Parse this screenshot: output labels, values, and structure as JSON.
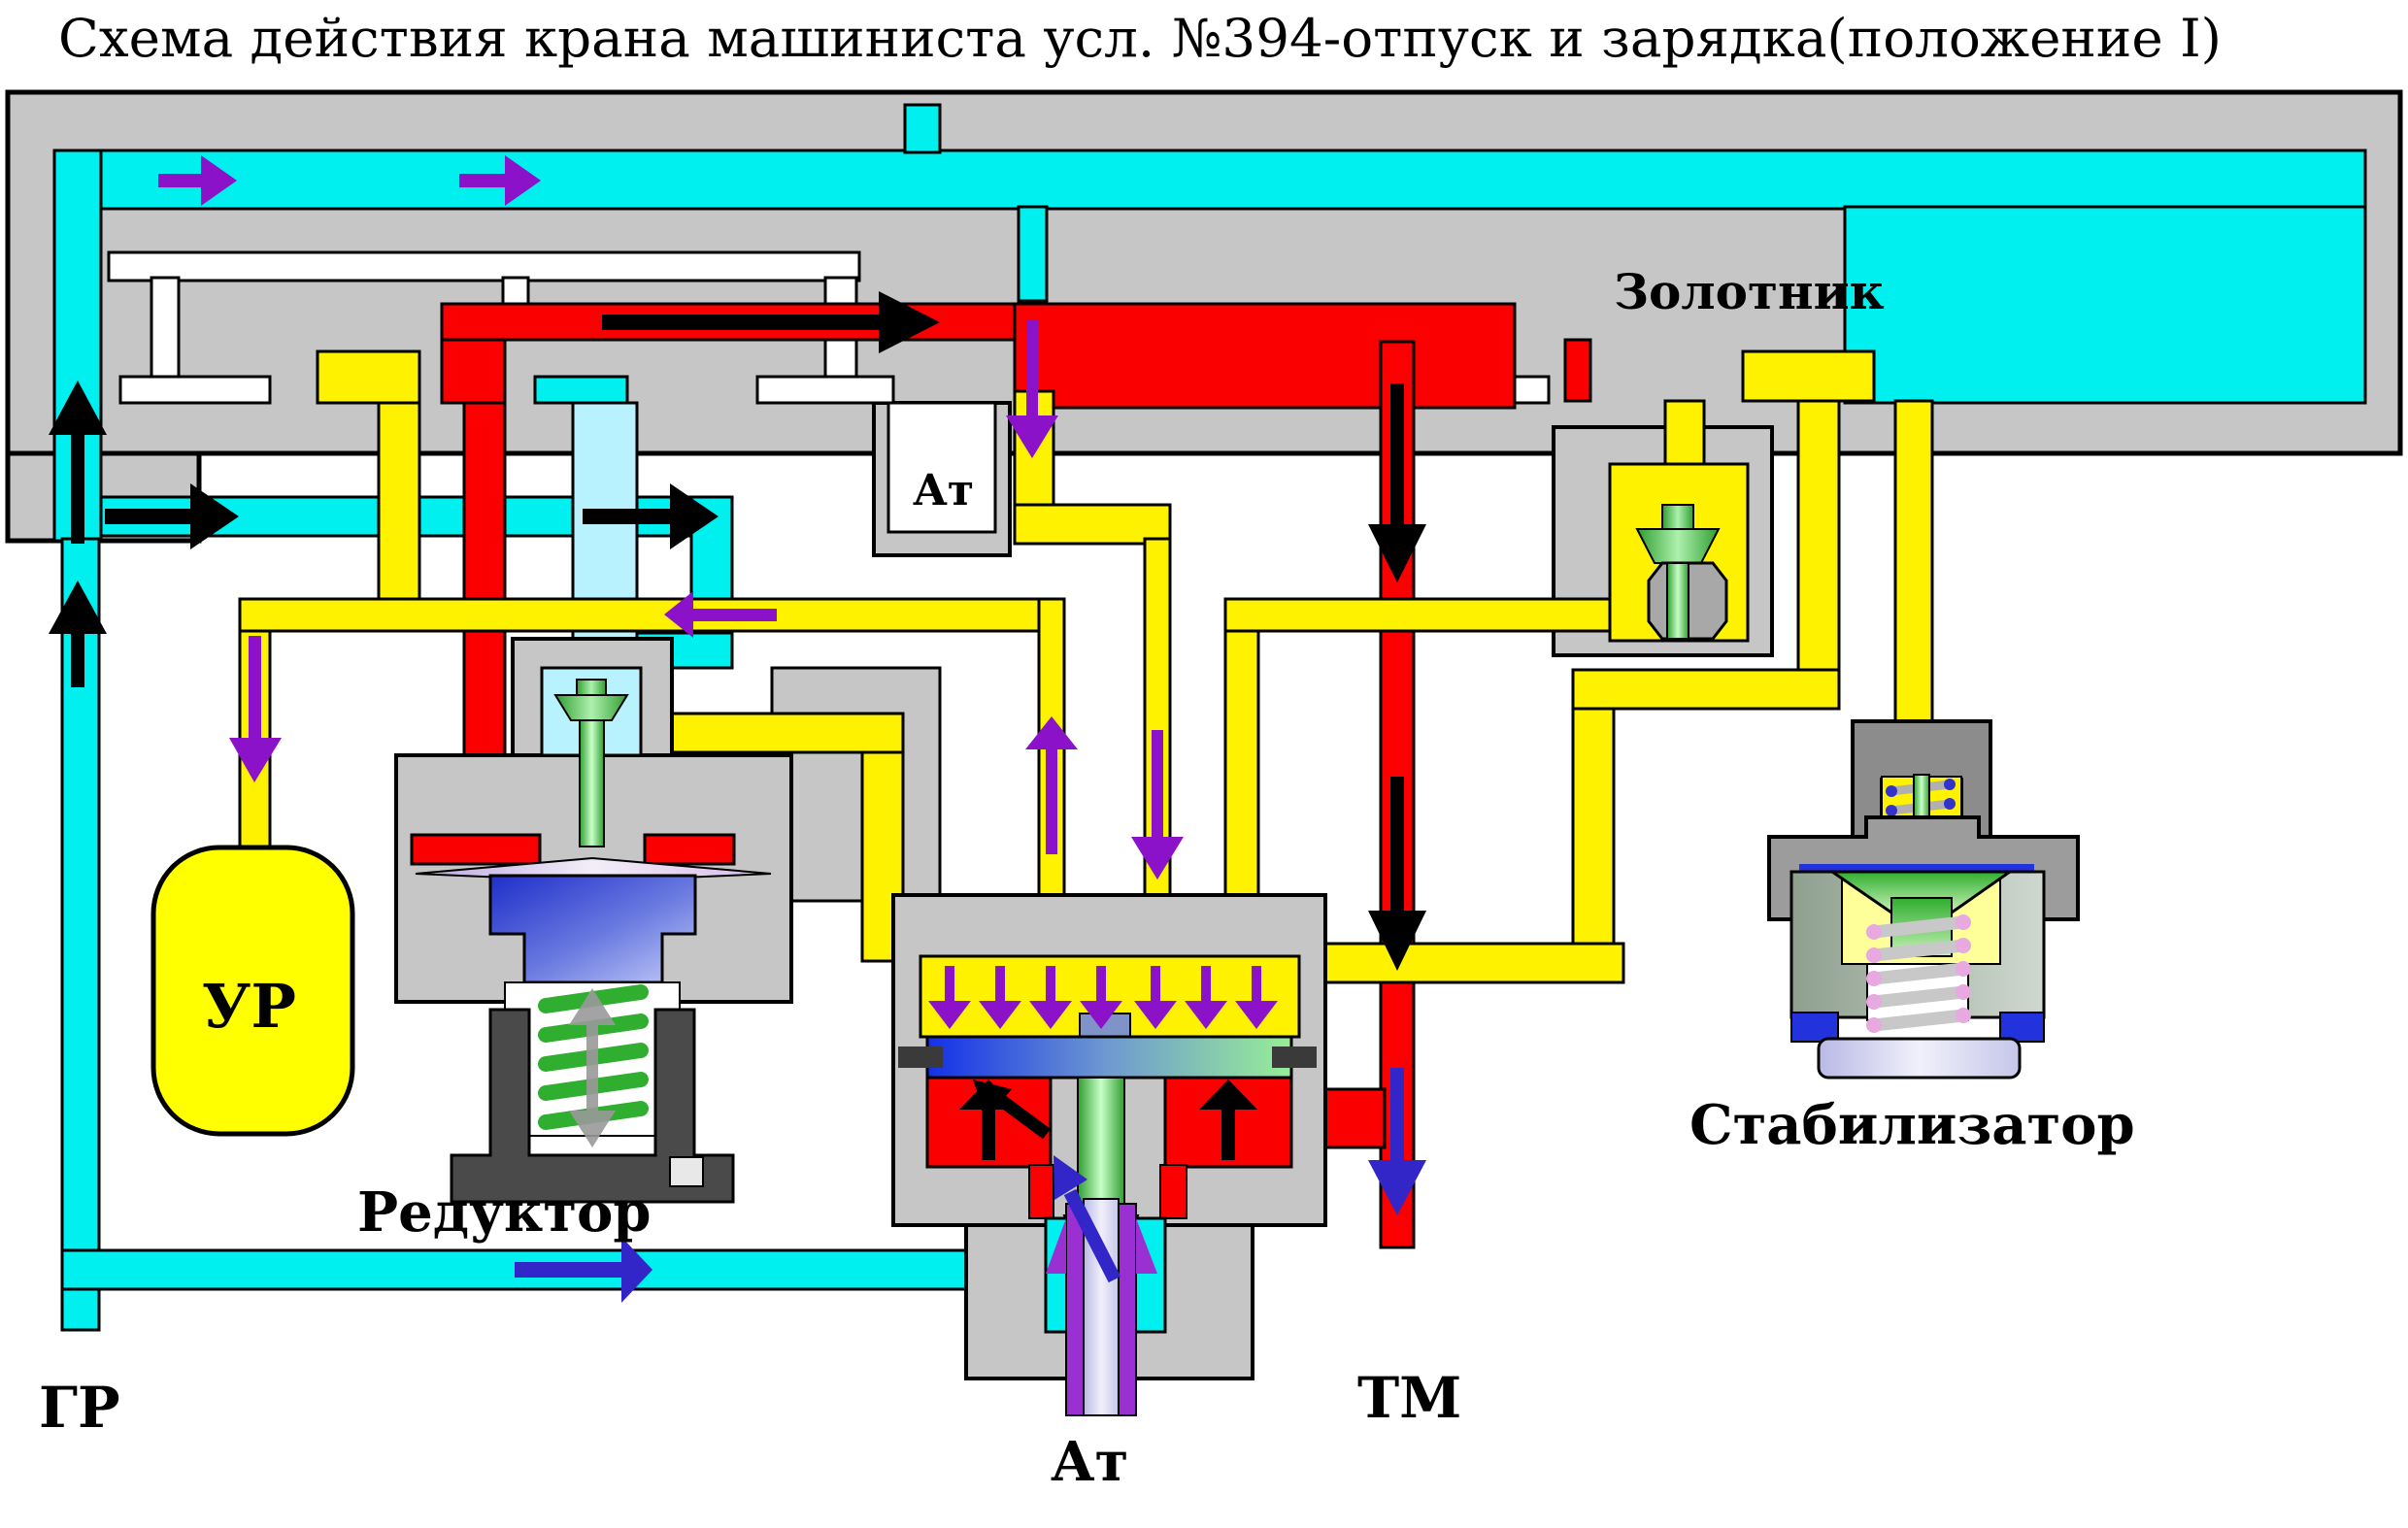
{
  "title": "Схема действия крана машиниста усл. №394-отпуск и зарядка(положение I)",
  "labels": {
    "zolotnik": "Золотник",
    "at_top": "Ат",
    "ur": "УР",
    "reduktor": "Редуктор",
    "gr": "ГР",
    "at_bottom": "Ат",
    "tm": "ТМ",
    "stabilizator": "Стабилизатор"
  },
  "colors": {
    "body_gray": "#c6c6c6",
    "dark_gray": "#4a4a4a",
    "feed_cyan": "#00efef",
    "pale_cyan": "#b8f2ff",
    "pressure_red": "#fb0000",
    "equalizing_yellow": "#fff200",
    "flow_purple": "#8b12c8",
    "flow_blue": "#3326c8",
    "spring_green": "#3fd23f",
    "piston_blue": "#2a3bd0",
    "stab_blue": "#2233dd",
    "lavender": "#d8d8f0"
  },
  "components": [
    {
      "name": "zolotnik",
      "desc": "главный золотник в корпусе крана"
    },
    {
      "name": "ur",
      "desc": "уравнительный резервуар"
    },
    {
      "name": "reduktor",
      "desc": "редуктор с питательным клапаном и пружиной"
    },
    {
      "name": "uravnitelny_porshen",
      "desc": "уравнительный поршень с выпускным клапаном"
    },
    {
      "name": "stabilizator",
      "desc": "стабилизатор темпа ликвидации сверхзарядки"
    },
    {
      "name": "gr",
      "desc": "питательная магистраль от главного резервуара"
    },
    {
      "name": "tm",
      "desc": "тормозная магистраль"
    },
    {
      "name": "at",
      "desc": "выход в атмосферу"
    }
  ],
  "flows": [
    {
      "color": "purple",
      "meaning": "зарядка уравнительного резервуара"
    },
    {
      "color": "black",
      "meaning": "питание из ГР в ТМ"
    },
    {
      "color": "blue",
      "meaning": "поток ГР / выпуск в атмосферу"
    }
  ]
}
